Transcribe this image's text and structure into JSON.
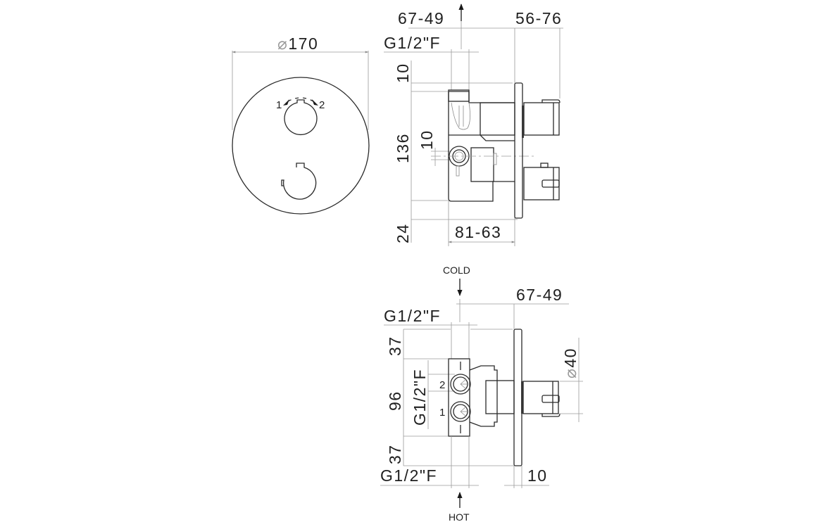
{
  "drawing": {
    "front_view": {
      "diameter_label": "170",
      "diameter_symbol": "⌀",
      "rotation_labels": [
        "1",
        "2"
      ]
    },
    "side_view_top": {
      "dims": {
        "top_depth": "67-49",
        "handle_projection": "56-76",
        "thread": "G1/2\"F",
        "top_offset": "10",
        "body_height": "136",
        "outlet_offset": "10",
        "bottom_offset": "24",
        "body_depth": "81-63"
      }
    },
    "side_view_bottom": {
      "inlet_cold_label": "COLD",
      "inlet_hot_label": "HOT",
      "dims": {
        "top_depth": "67-49",
        "thread_top": "G1/2\"F",
        "thread_bottom": "G1/2\"F",
        "thread_side": "G1/2\"F",
        "top_gap": "37",
        "body_height": "96",
        "bottom_gap": "37",
        "knob_diameter": "40",
        "plate_thickness": "10"
      },
      "port_labels": [
        "2",
        "1"
      ]
    }
  }
}
